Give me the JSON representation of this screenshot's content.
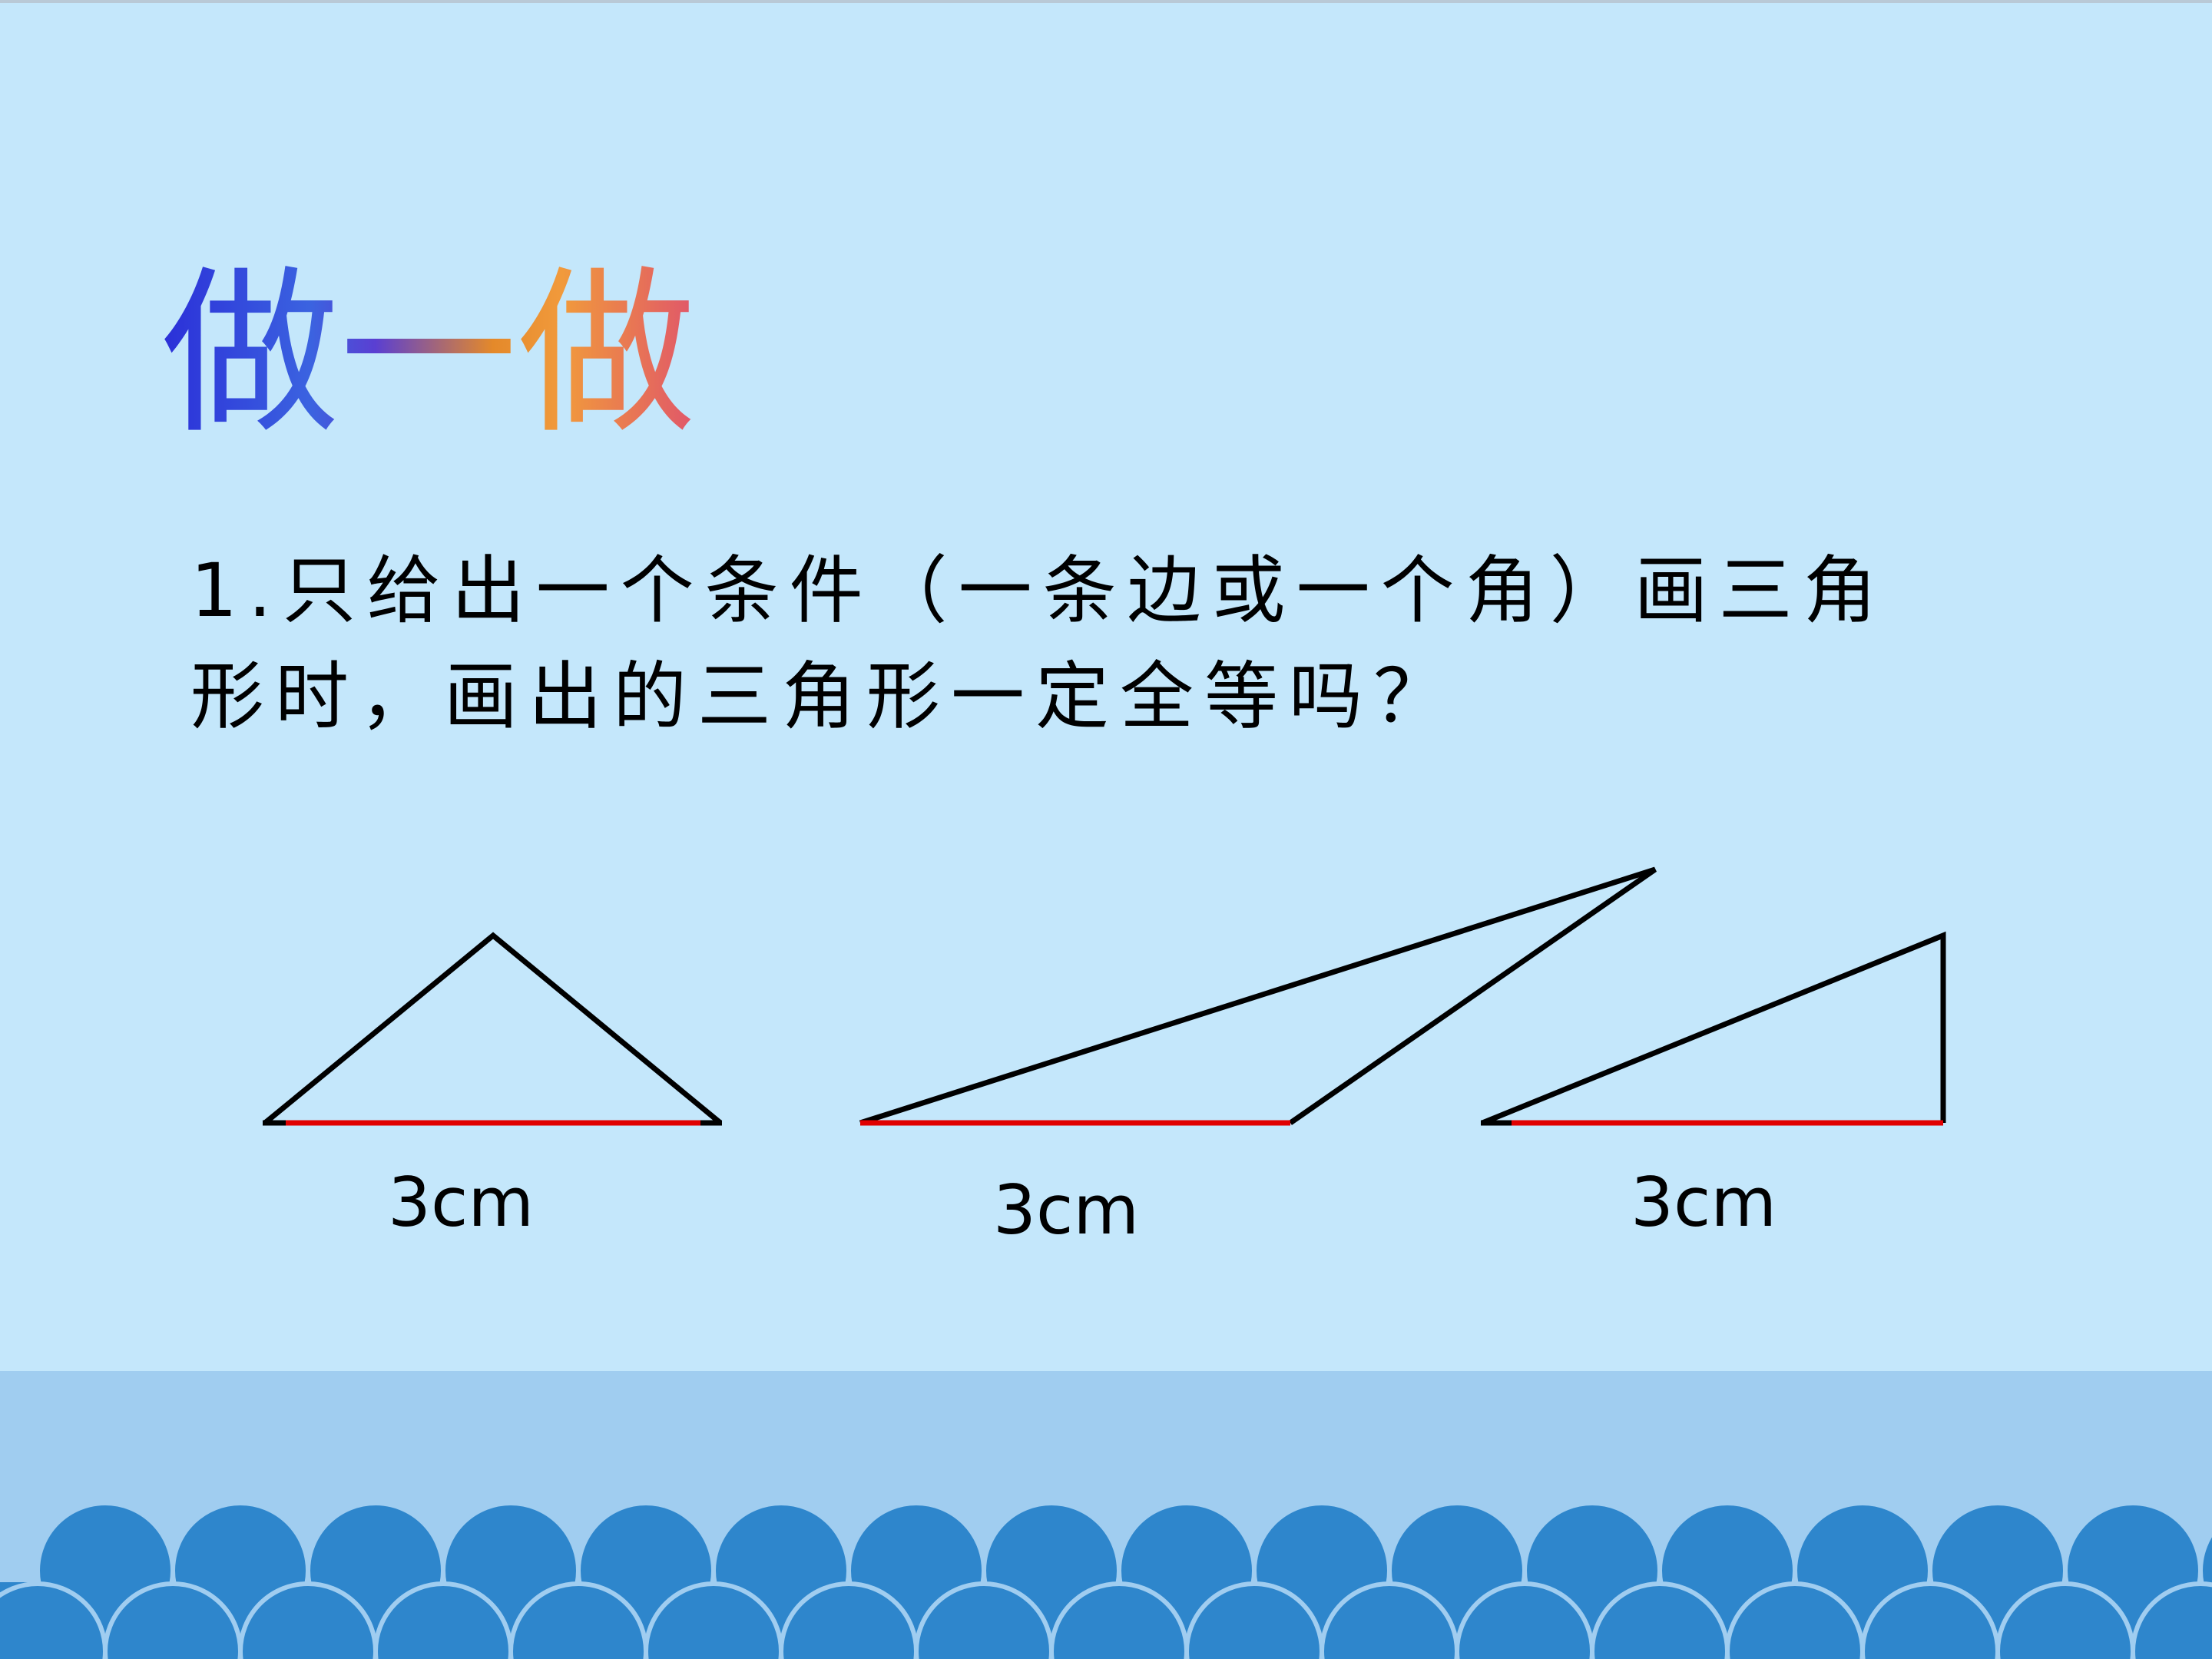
{
  "slide": {
    "title": "做一做",
    "question_line1": "1.只给出一个条件（一条边或一个角）画三角",
    "question_line2": "形时，画出的三角形一定全等吗？",
    "labels": [
      "3cm",
      "3cm",
      "3cm"
    ]
  },
  "colors": {
    "background": "#c4e7fb",
    "base_edge": "#e00000",
    "triangle_stroke": "#000000",
    "wave_dark": "#2e86cc",
    "wave_band": "#a0cdf0"
  }
}
